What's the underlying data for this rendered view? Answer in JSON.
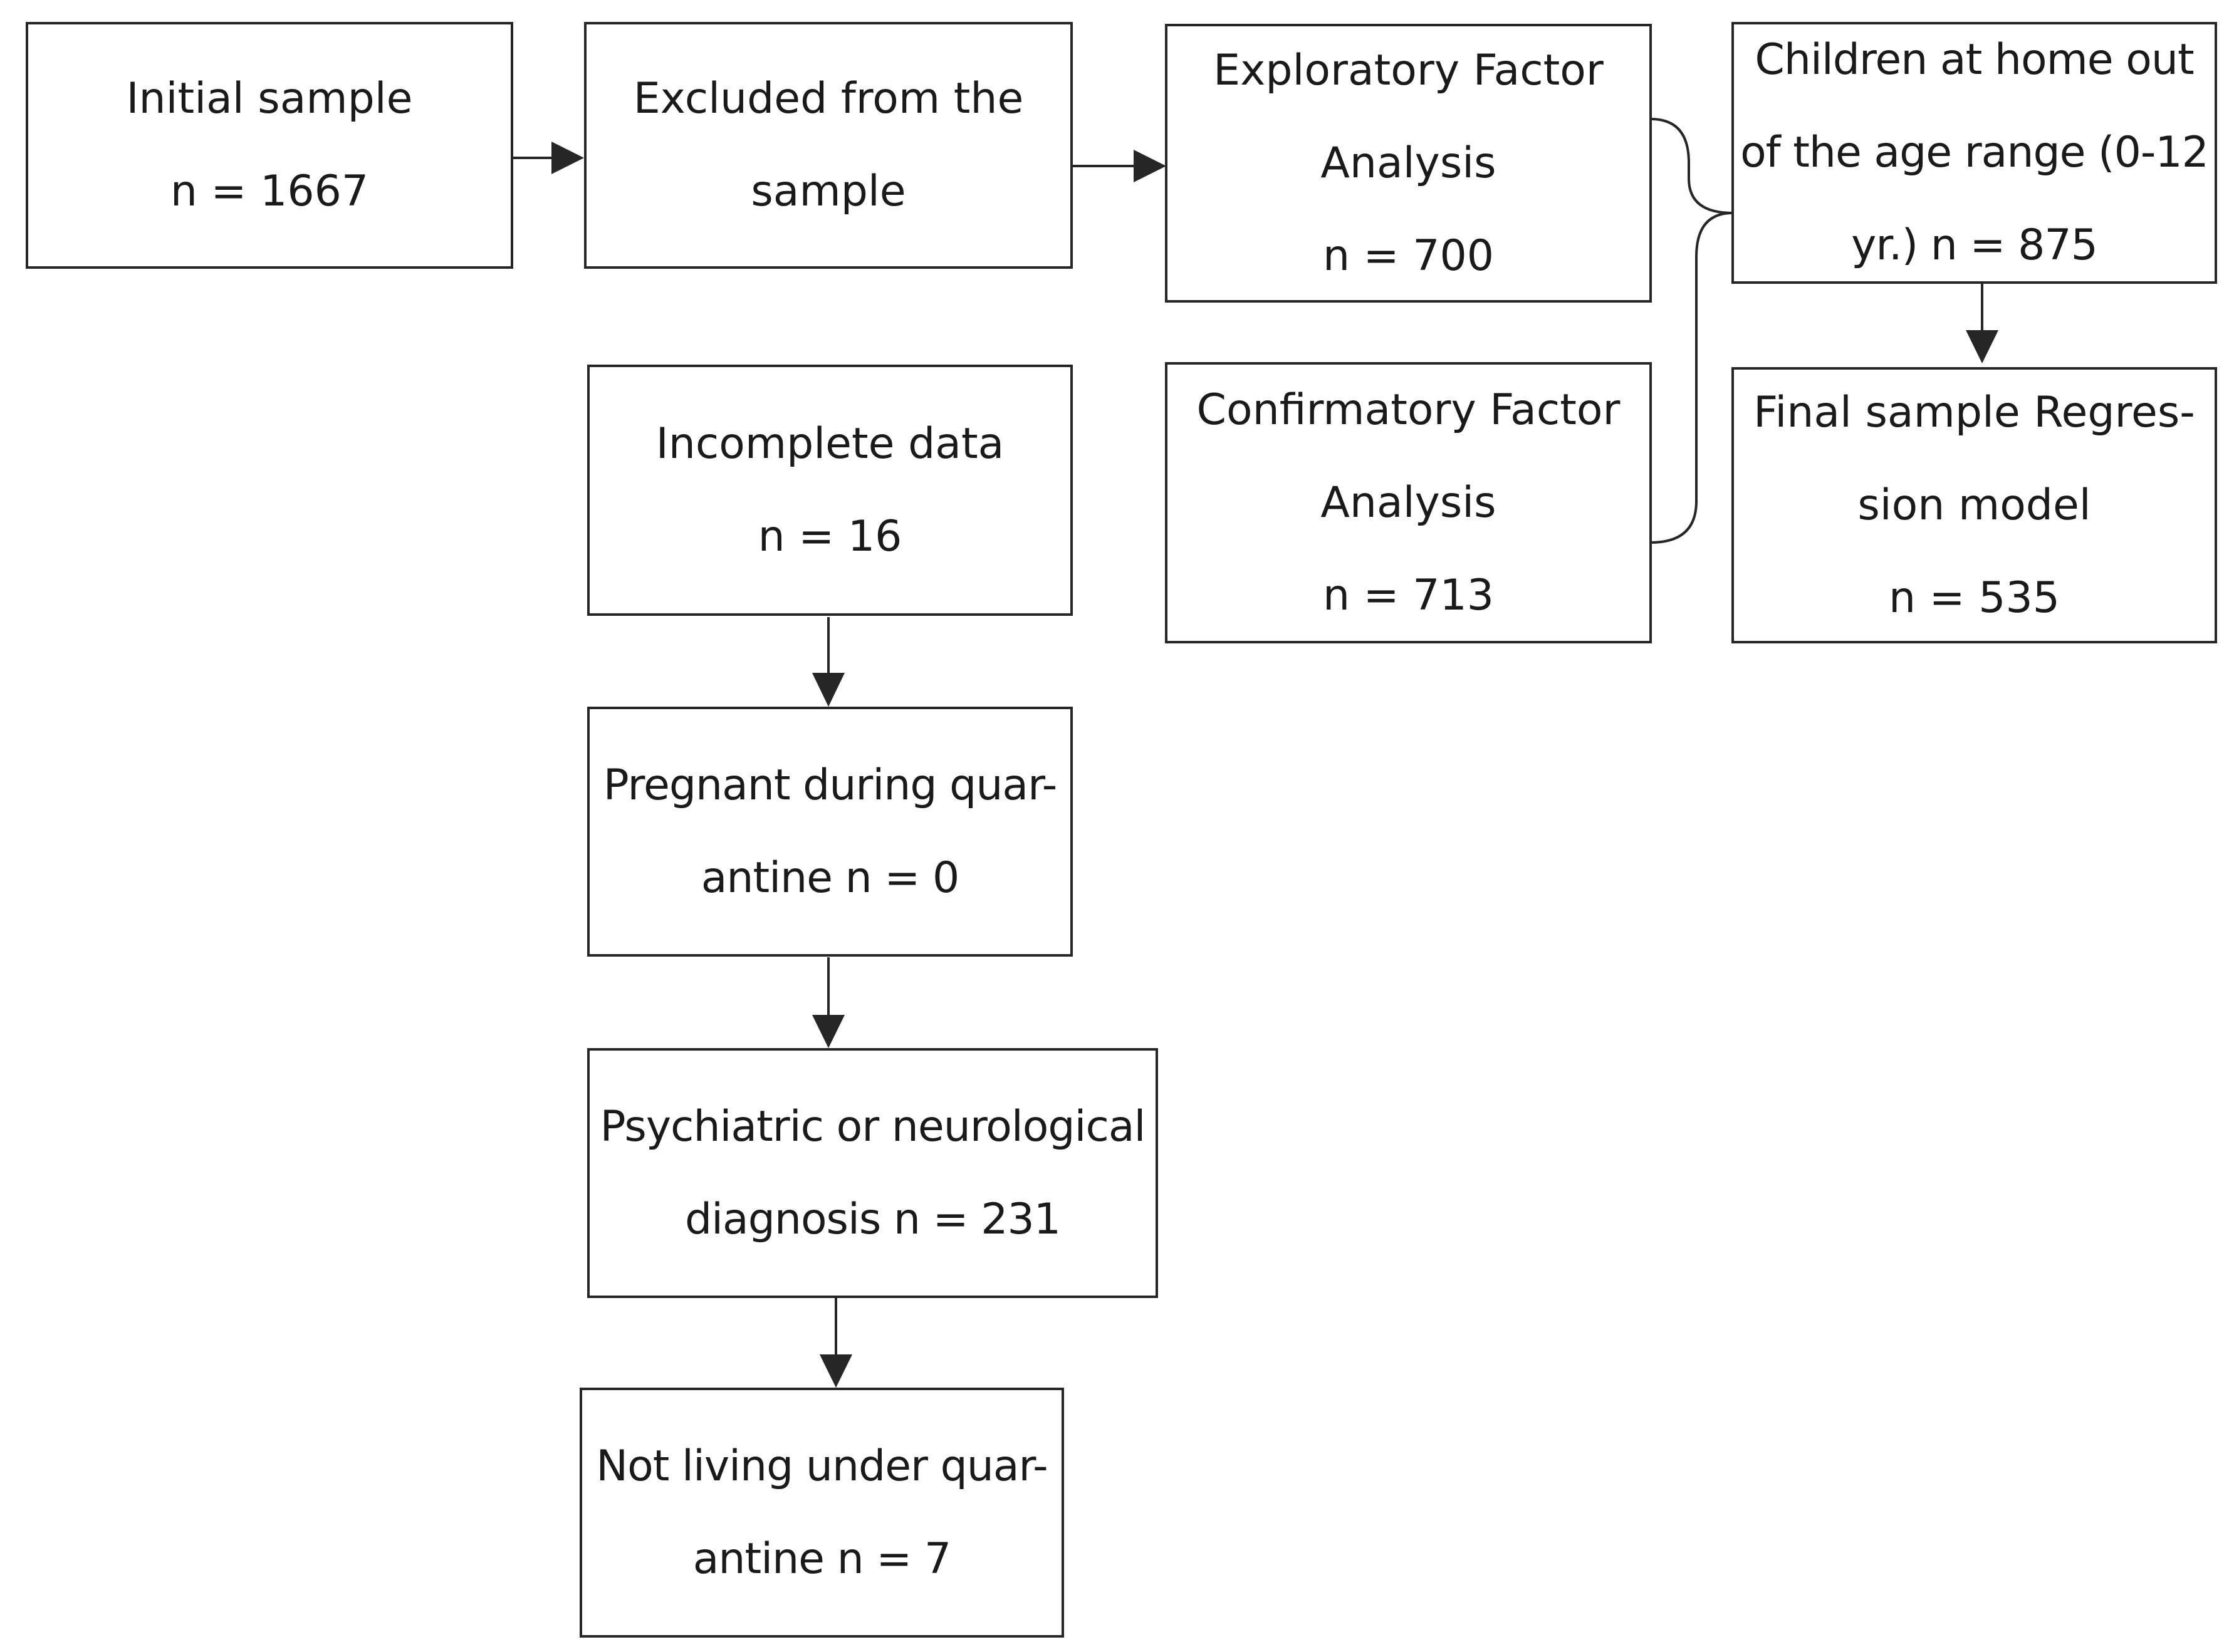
{
  "colors": {
    "line": "#262626",
    "text": "#1a1a1a",
    "background": "#ffffff"
  },
  "boxes": {
    "initial": "Initial sample\nn = 1667",
    "excluded": "Excluded from the\nsample",
    "efa": "Exploratory Factor\nAnalysis\nn = 700",
    "children": "Children at home out\nof the age range (0-12\nyr.) n = 875",
    "cfa": "Confirmatory Factor\nAnalysis\nn = 713",
    "final": "Final sample Regres-\nsion model\nn = 535",
    "incomplete": "Incomplete data\nn = 16",
    "pregnant": "Pregnant during quar-\nantine n = 0",
    "psychiatric": "Psychiatric or neurological\ndiagnosis n = 231",
    "not_living": "Not living under quar-\nantine n = 7"
  }
}
